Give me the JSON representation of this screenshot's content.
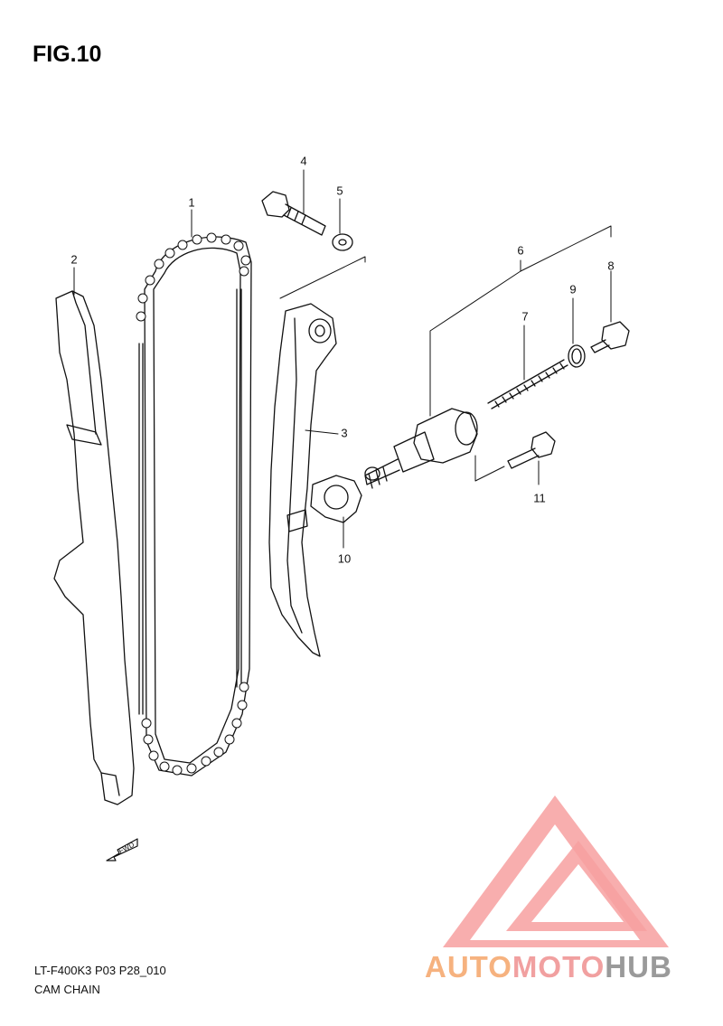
{
  "figure": {
    "title": "FIG.10",
    "model_code": "LT-F400K3 P03 P28_010",
    "name": "CAM CHAIN"
  },
  "callouts": [
    {
      "id": "1",
      "label": "1"
    },
    {
      "id": "2",
      "label": "2"
    },
    {
      "id": "3",
      "label": "3"
    },
    {
      "id": "4",
      "label": "4"
    },
    {
      "id": "5",
      "label": "5"
    },
    {
      "id": "6",
      "label": "6"
    },
    {
      "id": "7",
      "label": "7"
    },
    {
      "id": "8",
      "label": "8"
    },
    {
      "id": "9",
      "label": "9"
    },
    {
      "id": "10",
      "label": "10"
    },
    {
      "id": "11",
      "label": "11"
    }
  ],
  "direction_marker": "FWD",
  "watermark": {
    "part1": "AUTO",
    "part2": "MOTO",
    "part3": "HUB",
    "colors": {
      "triangle": "#f7a0a0",
      "auto": "#f6b27f",
      "moto": "#f1a0a0",
      "hub": "#9a9a9a"
    }
  }
}
